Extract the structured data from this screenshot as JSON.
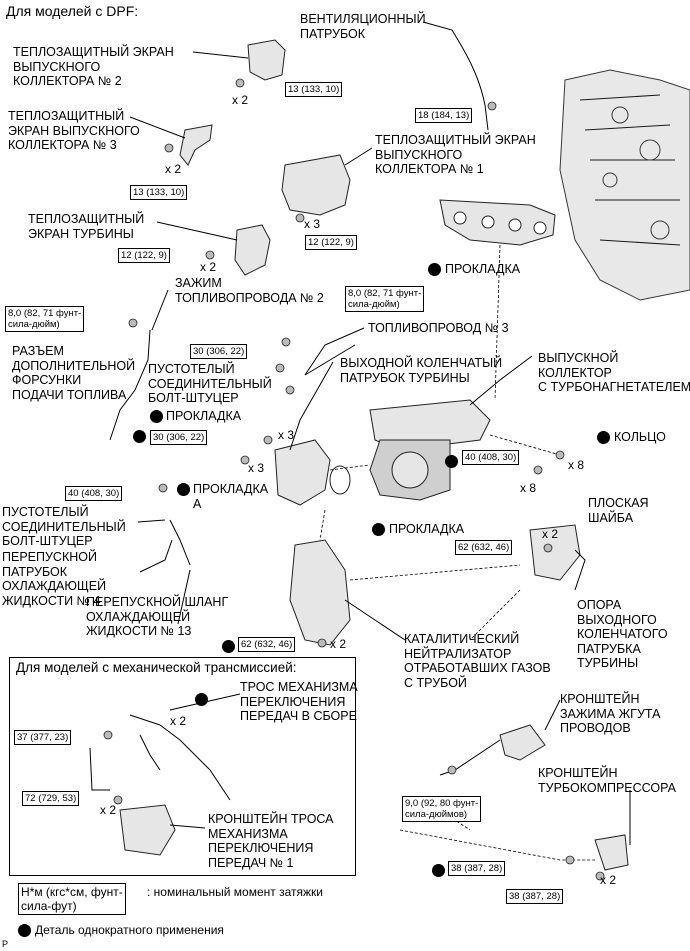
{
  "header": "Для моделей с DPF:",
  "labels": {
    "vent_pipe": "ВЕНТИЛЯЦИОННЫЙ\nПАТРУБОК",
    "heat_shield_2": "ТЕПЛОЗАЩИТНЫЙ ЭКРАН\nВЫПУСКНОГО\nКОЛЛЕКТОРА № 2",
    "heat_shield_3": "ТЕПЛОЗАЩИТНЫЙ\nЭКРАН ВЫПУСКНОГО\nКОЛЛЕКТОРА № 3",
    "heat_shield_1": "ТЕПЛОЗАЩИТНЫЙ ЭКРАН\nВЫПУСКНОГО\nКОЛЛЕКТОРА № 1",
    "turbo_shield": "ТЕПЛОЗАЩИТНЫЙ\nЭКРАН ТУРБИНЫ",
    "gasket_1": "ПРОКЛАДКА",
    "fuel_clamp": "ЗАЖИМ\nТОПЛИВОПРОВОДА № 2",
    "fuel_pipe_3": "ТОПЛИВОПРОВОД № 3",
    "injector_connector": "РАЗЪЕМ\nДОПОЛНИТЕЛЬНОЙ\nФОРСУНКИ\nПОДАЧИ ТОПЛИВА",
    "union_bolt_1": "ПУСТОТЕЛЫЙ\nСОЕДИНИТЕЛЬНЫЙ\nБОЛТ-ШТУЦЕР",
    "outlet_elbow": "ВЫХОДНОЙ КОЛЕНЧАТЫЙ\nПАТРУБОК ТУРБИНЫ",
    "exhaust_manifold": "ВЫПУСКНОЙ\nКОЛЛЕКТОР\nС ТУРБОНАГНЕТАТЕЛЕМ",
    "gasket_2": "ПРОКЛАДКА",
    "ring": "КОЛЬЦО",
    "gasket_a": "ПРОКЛАДКА\nA",
    "flat_washer": "ПЛОСКАЯ\nШАЙБА",
    "union_bolt_2": "ПУСТОТЕЛЫЙ\nСОЕДИНИТЕЛЬНЫЙ\nБОЛТ-ШТУЦЕР",
    "gasket_3": "ПРОКЛАДКА",
    "bypass_pipe_4": "ПЕРЕПУСКНОЙ\nПАТРУБОК\nОХЛАЖДАЮЩЕЙ\nЖИДКОСТИ № 4",
    "bypass_hose_13": "ПЕРЕПУСКНОЙ ШЛАНГ\nОХЛАЖДАЮЩЕЙ\nЖИДКОСТИ № 13",
    "elbow_support": "ОПОРА\nВЫХОДНОГО\nКОЛЕНЧАТОГО\nПАТРУБКА\nТУРБИНЫ",
    "catalytic": "КАТАЛИТИЧЕСКИЙ\nНЕЙТРАЛИЗАТОР\nОТРАБОТАВШИХ ГАЗОВ\nС ТРУБОЙ",
    "wire_bracket": "КРОНШТЕЙН\nЗАЖИМА ЖГУТА\nПРОВОДОВ",
    "turbo_bracket": "КРОНШТЕЙН\nТУРБОКОМПРЕССОРА"
  },
  "manual_box": {
    "title": "Для моделей с механической трансмиссией:",
    "cable_assy": "ТРОС МЕХАНИЗМА\nПЕРЕКЛЮЧЕНИЯ\nПЕРЕДАЧ В СБОРЕ",
    "cable_bracket": "КРОНШТЕЙН ТРОСА\nМЕХАНИЗМА\nПЕРЕКЛЮЧЕНИЯ\nПЕРЕДАЧ № 1",
    "t37": "37 (377, 23)",
    "t72": "72 (729, 53)",
    "x2a": "x 2",
    "x2b": "x 2"
  },
  "torques": {
    "t13a": "13 (133, 10)",
    "t18": "18 (184, 13)",
    "t13b": "13 (133, 10)",
    "t12a": "12 (122, 9)",
    "t12b": "12 (122, 9)",
    "t80a": "8,0 (82, 71 фунт-\nсила-дюйм)",
    "t80b": "8,0 (82, 71 фунт-\nсила-дюйм)",
    "t30a": "30 (306, 22)",
    "t30b": "30 (306, 22)",
    "t40a": "40 (408, 30)",
    "t40b": "40 (408, 30)",
    "t62a": "62 (632, 46)",
    "t62b": "62 (632, 46)",
    "t90": "9,0 (92, 80 фунт-\nсила-дюймов)",
    "t38a": "38 (387, 28)",
    "t38b": "38 (387, 28)"
  },
  "multipliers": {
    "m1": "x 2",
    "m2": "x 2",
    "m3": "x 3",
    "m4": "x 2",
    "m5": "x 3",
    "m6": "x 3",
    "m7": "x 8",
    "m8": "x 8",
    "m9": "x 2",
    "m10": "x 2",
    "m11": "x 2"
  },
  "legend": {
    "unit": "Н*м (кгс*см, фунт-\nсила-фут)",
    "unit_desc": ": номинальный момент затяжки",
    "non_reusable": "Деталь однократного применения"
  },
  "corner_mark": "P"
}
